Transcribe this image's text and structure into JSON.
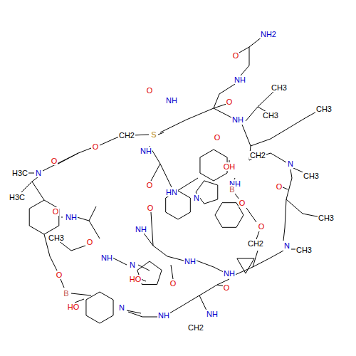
{
  "diagram": {
    "labels": [
      "NH2",
      "O",
      "NH",
      "CH3",
      "O",
      "NH",
      "O",
      "CH3",
      "NH",
      "CH3",
      "CH2",
      "S",
      "O",
      "O",
      "NH",
      "OH",
      "CH2",
      "N",
      "O",
      "H3C",
      "N",
      "CH3",
      "O",
      "HN",
      "N",
      "H3C",
      "NH",
      "NH",
      "O",
      "O",
      "CH3",
      "NH",
      "O",
      "O",
      "CH2",
      "CH3",
      "N",
      "CH3",
      "NH",
      "O",
      "N",
      "NH",
      "O",
      "HO",
      "O",
      "O",
      "NH",
      "B",
      "HO",
      "N",
      "NH",
      "NH",
      "CH2",
      "B",
      "O"
    ]
  }
}
